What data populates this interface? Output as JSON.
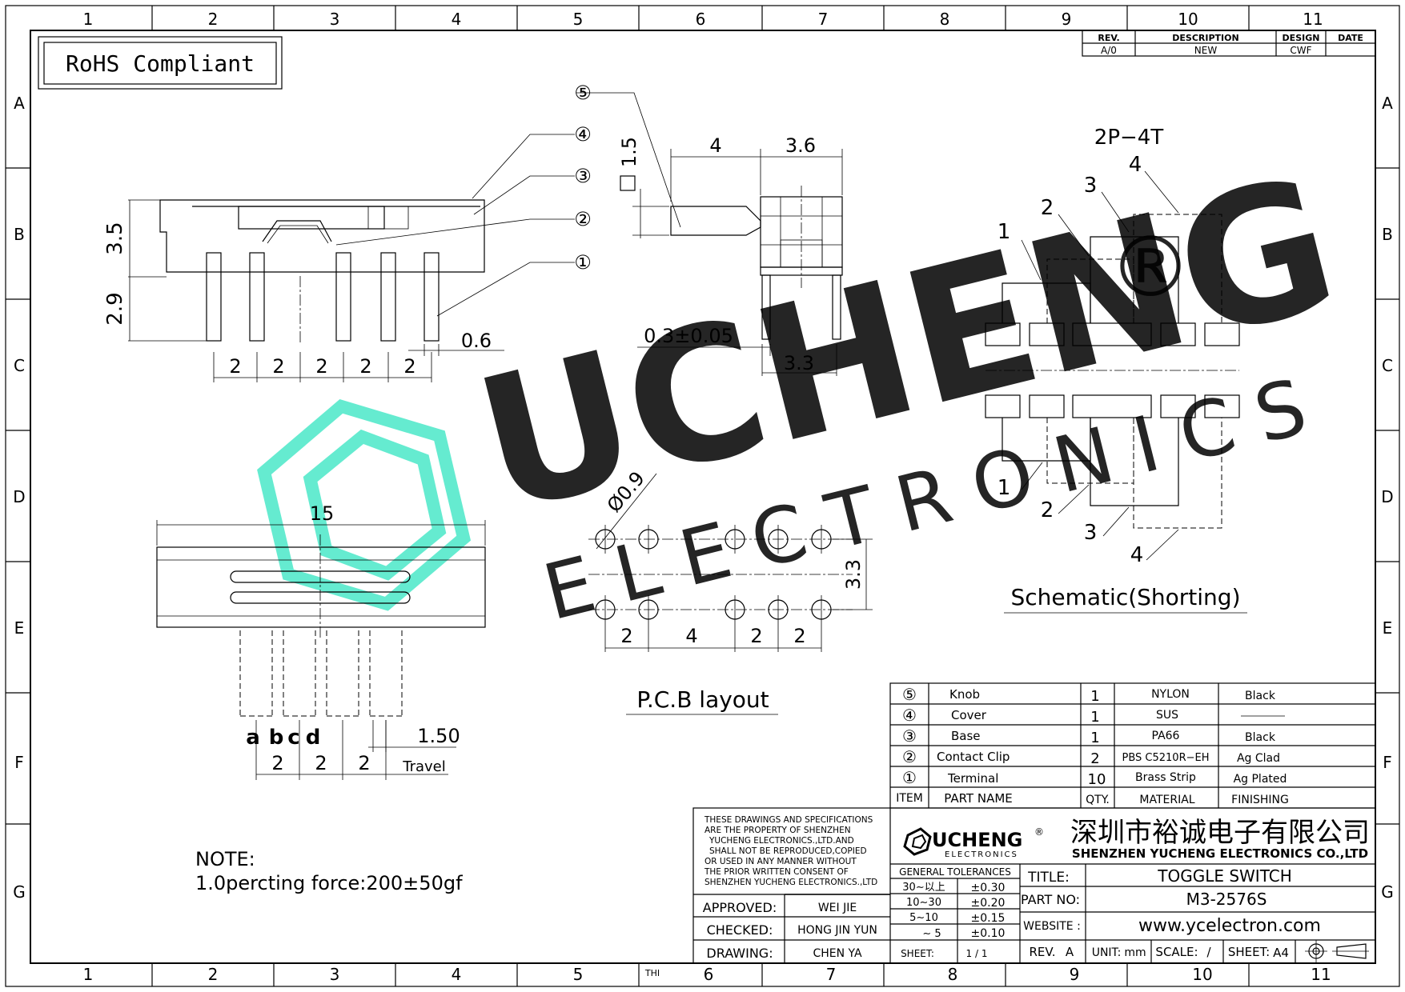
{
  "rohs": "RoHS Compliant",
  "grid": {
    "cols": [
      "1",
      "2",
      "3",
      "4",
      "5",
      "6",
      "7",
      "8",
      "9",
      "10",
      "11"
    ],
    "rows": [
      "A",
      "B",
      "C",
      "D",
      "E",
      "F",
      "G"
    ]
  },
  "revision": {
    "headers": [
      "REV.",
      "DESCRIPTION",
      "DESIGN",
      "DATE"
    ],
    "row": [
      "A/0",
      "NEW",
      "CWF",
      ""
    ]
  },
  "side_view": {
    "callouts": [
      "⑤",
      "④",
      "③",
      "②",
      "①"
    ],
    "dim_height_body": "3.5",
    "dim_height_pin": "2.9",
    "dim_pin_width": "0.6",
    "pitch_labels": [
      "2",
      "2",
      "2",
      "2",
      "2"
    ]
  },
  "end_view": {
    "dim_a": "4",
    "dim_b": "3.6",
    "dim_c": "1.5",
    "dim_thickness": "0.3±0.05",
    "dim_span": "3.3"
  },
  "schematic": {
    "title": "2P−4T",
    "caption": "Schematic(Shorting)",
    "top_labels": [
      "1",
      "2",
      "3",
      "4"
    ],
    "bottom_labels": [
      "1",
      "2",
      "3",
      "4"
    ]
  },
  "top_view": {
    "dim_length": "15",
    "position_labels": [
      "a",
      "b",
      "c",
      "d"
    ],
    "dim_travel_value": "1.50",
    "travel_label": "Travel",
    "pitch_labels": [
      "2",
      "2",
      "2"
    ]
  },
  "pcb": {
    "hole_dim": "Ø0.9",
    "dim_row_spacing": "3.3",
    "pitch_labels": [
      "2",
      "4",
      "2",
      "2"
    ],
    "caption": "P.C.B layout"
  },
  "note": {
    "title": "NOTE:",
    "line1": "1.0percting force:200±50gf"
  },
  "bom": {
    "rows": [
      {
        "item": "⑤",
        "name": "Knob",
        "qty": "1",
        "material": "NYLON",
        "finish": "Black"
      },
      {
        "item": "④",
        "name": "Cover",
        "qty": "1",
        "material": "SUS",
        "finish": ""
      },
      {
        "item": "③",
        "name": "Base",
        "qty": "1",
        "material": "PA66",
        "finish": "Black"
      },
      {
        "item": "②",
        "name": "Contact Clip",
        "qty": "2",
        "material": "PBS C5210R−EH",
        "finish": "Ag Clad"
      },
      {
        "item": "①",
        "name": "Terminal",
        "qty": "10",
        "material": "Brass Strip",
        "finish": "Ag Plated"
      }
    ],
    "header": {
      "item": "ITEM",
      "name": "PART NAME",
      "qty": "QTY.",
      "material": "MATERIAL",
      "finish": "FINISHING"
    }
  },
  "title_block": {
    "disclaimer": [
      "THESE DRAWINGS AND SPECIFICATIONS",
      "ARE THE PROPERTY OF SHENZHEN",
      "YUCHENG ELECTRONICS.,LTD.AND",
      "SHALL NOT BE REPRODUCED,COPIED",
      "OR USED IN ANY MANNER WITHOUT",
      "THE PRIOR WRITTEN CONSENT OF",
      "SHENZHEN YUCHENG ELECTRONICS.,LTD"
    ],
    "logo_main": "UCHENG",
    "logo_sub": "ELECTRONICS",
    "company_cn": "深圳市裕诚电子有限公司",
    "company_en": "SHENZHEN YUCHENG ELECTRONICS CO.,LTD",
    "approved_label": "APPROVED:",
    "approved_name": "WEI JIE",
    "checked_label": "CHECKED:",
    "checked_name": "HONG JIN YUN",
    "drawing_label": "DRAWING:",
    "drawing_name": "CHEN YA",
    "tolerance_title": "GENERAL TOLERANCES",
    "tolerances": [
      {
        "range": "30∼以上",
        "value": "±0.30"
      },
      {
        "range": "10∼30",
        "value": "±0.20"
      },
      {
        "range": "5∼10",
        "value": "±0.15"
      },
      {
        "range": "∼ 5",
        "value": "±0.10"
      }
    ],
    "sheet_label": "SHEET:",
    "sheet_value": "1 / 1",
    "title_label": "TITLE:",
    "title_value": "TOGGLE SWITCH",
    "part_label": "PART NO:",
    "part_value": "M3-2576S",
    "website_label": "WEBSITE :",
    "website_value": "www.ycelectron.com",
    "rev_label": "REV.",
    "rev_value": "A",
    "unit_label": "UNIT:",
    "unit_value": "mm",
    "scale_label": "SCALE:",
    "scale_value": "/",
    "sheetsize_label": "SHEET:",
    "sheetsize_value": "A4",
    "thi": "THI"
  },
  "watermark": {
    "main": "UCHENG",
    "sub": "E L E C T R O N I C S",
    "reg": "®"
  },
  "colors": {
    "line": "#000000",
    "watermark": "#3ee6c4",
    "paper": "#ffffff"
  }
}
